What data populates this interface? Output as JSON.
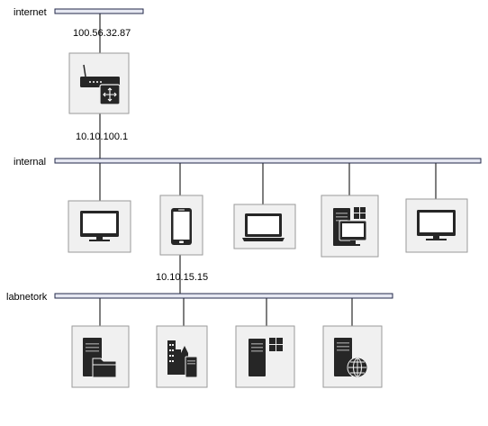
{
  "networks": {
    "internet": "internet",
    "internal": "internal",
    "labnetork": "labnetork"
  },
  "addresses": {
    "router_wan": "100.56.32.87",
    "router_lan": "10.10.100.1",
    "phone": "10.10.15.15"
  },
  "devices": {
    "router": "router-icon",
    "internal": [
      "monitor-icon",
      "smartphone-icon",
      "laptop-icon",
      "windows-server-workstation-icon",
      "monitor-icon"
    ],
    "lab": [
      "file-server-icon",
      "office-building-server-icon",
      "windows-server-icon",
      "web-server-icon"
    ]
  },
  "colors": {
    "bus_fill": "#e6e8f2",
    "bus_stroke": "#23284a",
    "tile_fill": "#f0f0f0",
    "icon": "#262626"
  }
}
